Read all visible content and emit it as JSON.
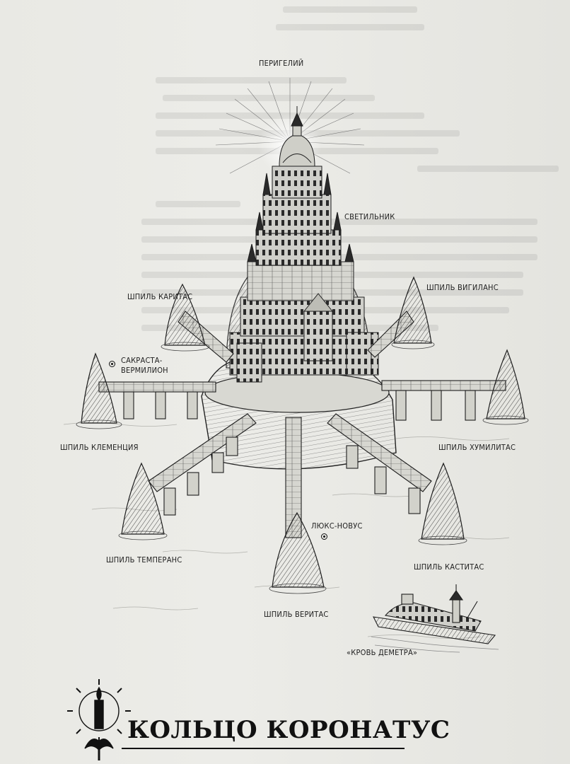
{
  "map": {
    "labels": {
      "perigeliy": "ПЕРИГЕЛИЙ",
      "svetilnik": "СВЕТИЛЬНИК",
      "spire_caritas": "ШПИЛЬ КАРИТАС",
      "spire_vigilans": "ШПИЛЬ ВИГИЛАНС",
      "sacrasta_line1": "САКРАСТА-",
      "sacrasta_line2": "ВЕРМИЛИОН",
      "spire_clementia": "ШПИЛЬ КЛЕМЕНЦИЯ",
      "spire_humilitas": "ШПИЛЬ ХУМИЛИТАС",
      "lux_novus": "ЛЮКС-НОВУС",
      "spire_temperans": "ШПИЛЬ ТЕМПЕРАНС",
      "spire_castitas": "ШПИЛЬ КАСТИТАС",
      "spire_veritas": "ШПИЛЬ ВЕРИТАС",
      "demeter_blood": "«КРОВЬ ДЕМЕТРА»"
    }
  },
  "heading": {
    "title": "КОЛЬЦО КОРОНАТУС"
  }
}
